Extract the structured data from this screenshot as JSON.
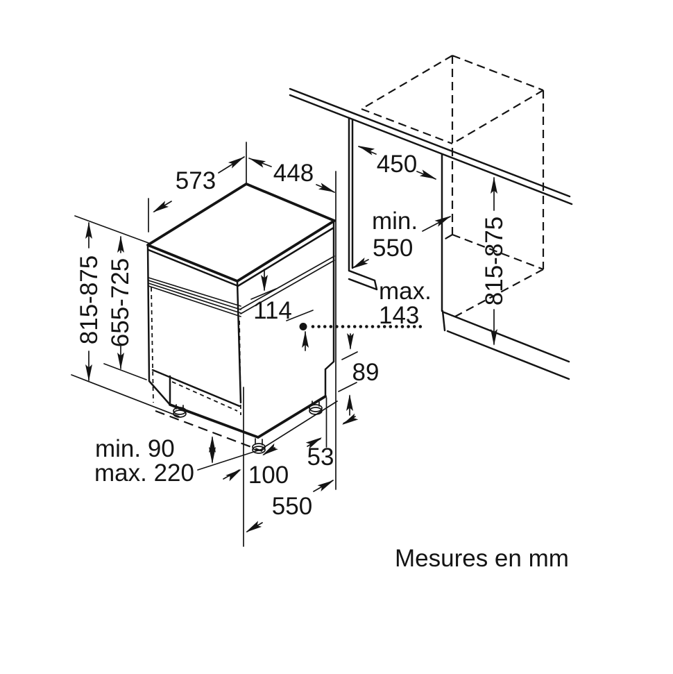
{
  "diagram": {
    "caption": "Mesures en mm",
    "labels": {
      "top_depth": "573",
      "top_width": "448",
      "panel_width": "450",
      "niche_depth_prefix": "min.",
      "niche_depth_value": "550",
      "hose_prefix": "max.",
      "hose_value": "143",
      "control_panel_height": "114",
      "total_height": "815-875",
      "door_height": "655-725",
      "niche_height": "815-875",
      "rear_step": "89",
      "foot_offset": "53",
      "plinth_min": "min. 90",
      "plinth_max": "max. 220",
      "foot_depth": "100",
      "base_depth": "550"
    },
    "colors": {
      "line": "#141414",
      "background": "#ffffff"
    }
  }
}
